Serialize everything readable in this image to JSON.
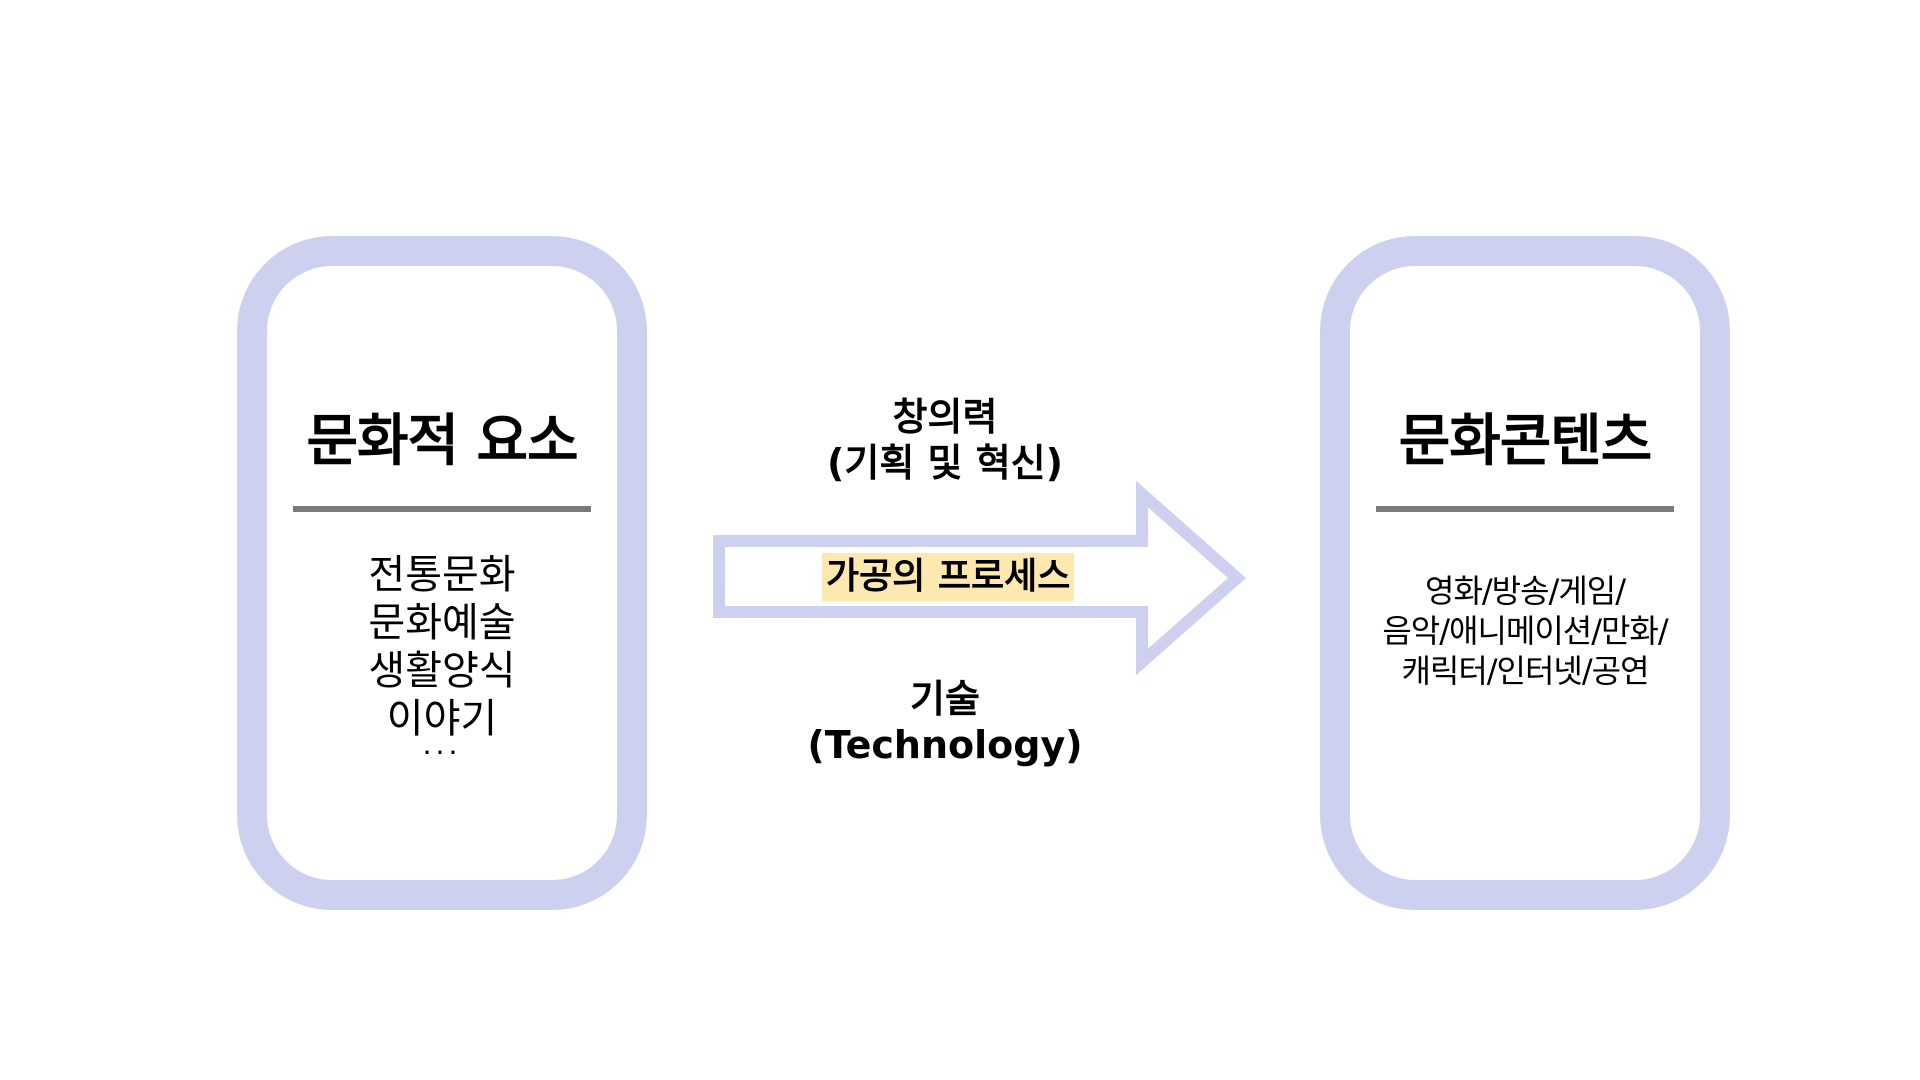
{
  "left": {
    "title": "문화적 요소",
    "items": [
      "전통문화",
      "문화예술",
      "생활양식",
      "이야기"
    ],
    "ellipsis": "···"
  },
  "middle": {
    "top_line1": "창의력",
    "top_line2": "(기획 및 혁신)",
    "process": "가공의 프로세스",
    "bottom_line1": "기술",
    "bottom_line2": "(Technology)"
  },
  "right": {
    "title": "문화콘텐츠",
    "lines": [
      "영화/방송/게임/",
      "음악/애니메이션/만화/",
      "캐릭터/인터넷/공연"
    ]
  },
  "colors": {
    "frame": "#cdd1ef",
    "highlight": "#fde9b0",
    "rule": "#7a7a7a"
  }
}
